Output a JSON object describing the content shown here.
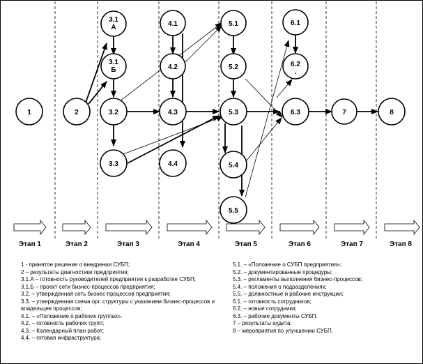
{
  "nodes": {
    "n1": "1",
    "n2": "2",
    "n31a": "3.1\nА",
    "n31b": "3.1\nБ",
    "n32": "3.2",
    "n33": "3.3",
    "n41": "4.1",
    "n42": "4.2",
    "n43": "4.3",
    "n44": "4.4",
    "n51": "5.1",
    "n52": "5.2",
    "n53": "5.3",
    "n54": "5.4",
    "n55": "5.5",
    "n61": "6.1",
    "n62": "6.2\n.",
    "n63": "6.3",
    "n7": "7",
    "n8": "8"
  },
  "stages": [
    "Этап 1",
    "Этап 2",
    "Этап 3",
    "Этап 4",
    "Этап 5",
    "Этап 6",
    "Этап 7",
    "Этап 8"
  ],
  "legend_left": [
    "1 - принятое решение о внедрении СУБП;",
    "2 – результаты диагностики предприятия;",
    "3.1.А – готовность руководителей предприятия к разработке СУБП;",
    "3.1.Б – проект сети бизнес-процессов предприятия;",
    "3.2. – утвержденная сеть бизнес-процессов предприятия;",
    "3.3. – утвержденная схема орг. структуры с указанием бизнес-процессов и владельцев процессов;",
    "4.1. – «Положение о рабочих группах».",
    "4.2. – готовность рабочих групп;",
    "4.3. – Календарный план работ;",
    "4.4. – готовая инфраструктура;"
  ],
  "legend_right": [
    "5.1. – «Положение о СУБП предприятия»;",
    "5.2. – документированные процедуры;",
    "5.3. – регламенты выполнения бизнес-процессов;",
    "5.4. – положения о подразделениях;",
    "5.5. – должностные и рабочие инструкции;",
    "6.1. – готовность сотрудников;",
    "6.2. – новые сотрудники;",
    "6.3. – рабочие документы СУБП.",
    "7 – результаты аудита;",
    "8 – мероприятия по улучшению СУБП."
  ]
}
